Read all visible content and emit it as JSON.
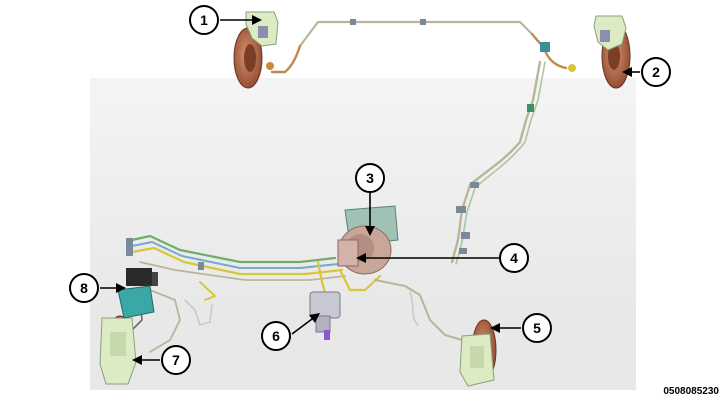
{
  "figure_id": "0508085230",
  "callouts": [
    {
      "number": "1"
    },
    {
      "number": "2"
    },
    {
      "number": "3"
    },
    {
      "number": "4"
    },
    {
      "number": "5"
    },
    {
      "number": "6"
    },
    {
      "number": "7"
    },
    {
      "number": "8"
    }
  ],
  "colors": {
    "backdrop": "#eeeeee",
    "rotor": "#b5694a",
    "caliper": "#dcebc4",
    "abs_module": "#3aa8a6",
    "booster": "#c9a69a",
    "brake_line_steel": "#b9b59a",
    "brake_line_yellow": "#d9c73a",
    "brake_line_green": "#6fae6a",
    "brake_line_blue": "#7aa8c9"
  }
}
